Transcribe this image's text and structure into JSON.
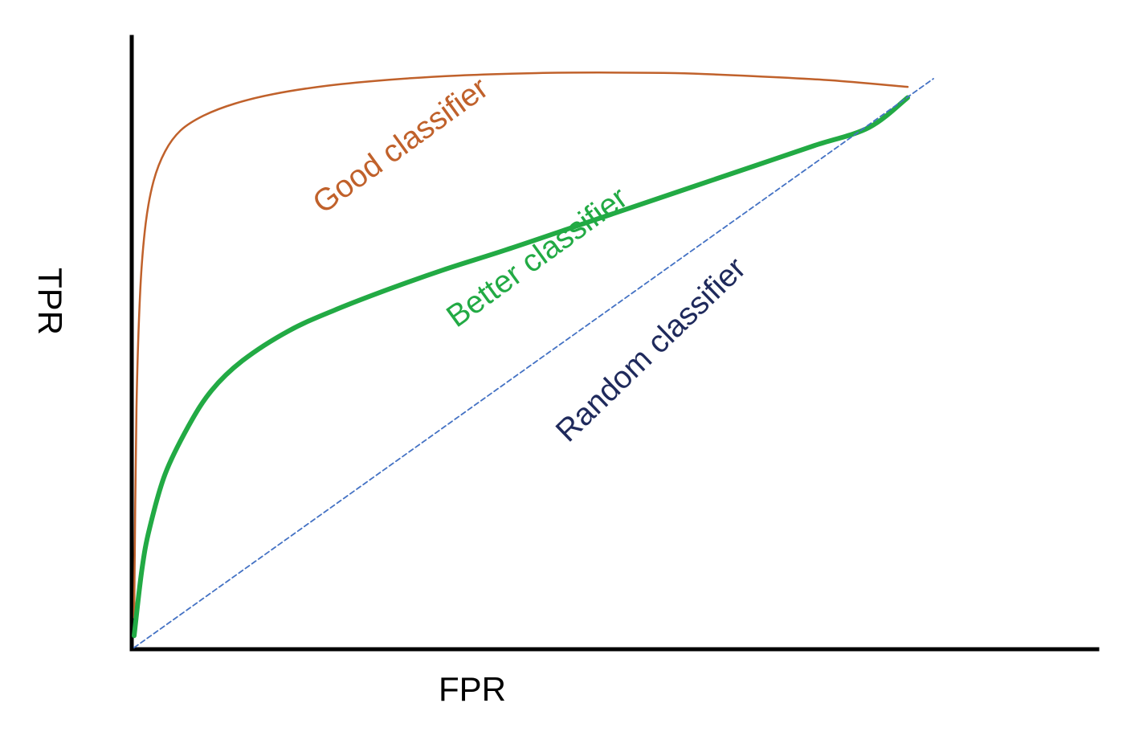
{
  "chart_data": {
    "type": "line",
    "title": "",
    "xlabel": "FPR",
    "ylabel": "TPR",
    "xlim": [
      0,
      1
    ],
    "ylim": [
      0,
      1
    ],
    "grid": false,
    "legend": "none",
    "series": [
      {
        "name": "Good classifier",
        "color": "#c0612b",
        "x": [
          0.0,
          0.003,
          0.008,
          0.015,
          0.025,
          0.04,
          0.06,
          0.09,
          0.13,
          0.18,
          0.25,
          0.33,
          0.42,
          0.52,
          0.6,
          0.7,
          0.8,
          0.9,
          1.0
        ],
        "y": [
          0.05,
          0.4,
          0.6,
          0.71,
          0.78,
          0.83,
          0.865,
          0.89,
          0.91,
          0.926,
          0.94,
          0.95,
          0.957,
          0.961,
          0.962,
          0.961,
          0.956,
          0.949,
          0.938
        ]
      },
      {
        "name": "Better classifier",
        "color": "#22aa44",
        "x": [
          0.0,
          0.01,
          0.02,
          0.04,
          0.07,
          0.1,
          0.14,
          0.2,
          0.26,
          0.33,
          0.4,
          0.48,
          0.56,
          0.64,
          0.72,
          0.8,
          0.88,
          0.95,
          1.0
        ],
        "y": [
          0.02,
          0.13,
          0.2,
          0.29,
          0.37,
          0.43,
          0.48,
          0.53,
          0.565,
          0.6,
          0.632,
          0.665,
          0.7,
          0.735,
          0.77,
          0.805,
          0.84,
          0.87,
          0.92
        ]
      },
      {
        "name": "Random classifier",
        "color": "#4472c4",
        "style": "dashed",
        "x": [
          0.0,
          1.0
        ],
        "y": [
          0.0,
          0.92
        ]
      }
    ],
    "annotations": [
      {
        "text": "Good classifier",
        "color": "#c0612b"
      },
      {
        "text": "Better classifier",
        "color": "#22aa44"
      },
      {
        "text": "Random classifier",
        "color": "#1f2a5c"
      }
    ]
  }
}
